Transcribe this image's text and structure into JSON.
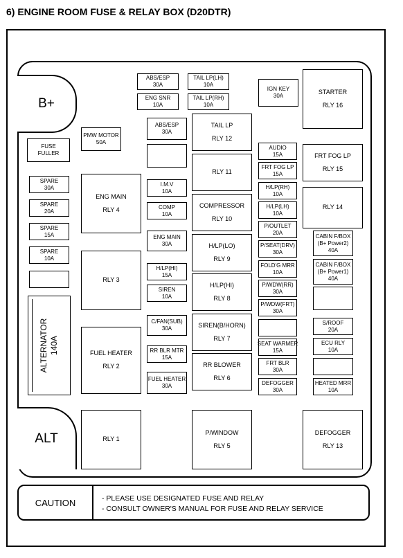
{
  "title": "6) ENGINE ROOM FUSE & RELAY BOX (D20DTR)",
  "terminals": {
    "b_plus": "B+",
    "alt": "ALT"
  },
  "alternator": {
    "name": "ALTERNATOR",
    "rating": "140A"
  },
  "fuses": {
    "fuse_fuller": [
      "FUSE",
      "FULLER"
    ],
    "pmw_motor": [
      "PMW MOTOR",
      "50A"
    ],
    "spare_30a": [
      "SPARE",
      "30A"
    ],
    "spare_20a": [
      "SPARE",
      "20A"
    ],
    "spare_15a": [
      "SPARE",
      "15A"
    ],
    "spare_10a": [
      "SPARE",
      "10A"
    ],
    "abs_esp_30a_top": [
      "ABS/ESP",
      "30A"
    ],
    "eng_snr": [
      "ENG SNR",
      "10A"
    ],
    "tail_lp_lh": [
      "TAIL LP(LH)",
      "10A"
    ],
    "tail_lp_rh": [
      "TAIL LP(RH)",
      "10A"
    ],
    "abs_esp_30a": [
      "ABS/ESP",
      "30A"
    ],
    "imv": [
      "I.M.V",
      "10A"
    ],
    "comp": [
      "COMP",
      "10A"
    ],
    "eng_main_fuse": [
      "ENG MAIN",
      "30A"
    ],
    "hlp_hi_fuse": [
      "H/LP(HI)",
      "15A"
    ],
    "siren": [
      "SIREN",
      "10A"
    ],
    "cfan_sub": [
      "C/FAN(SUB)",
      "30A"
    ],
    "rr_blr_mtr": [
      "RR BLR MTR",
      "15A"
    ],
    "fuel_heater_fuse": [
      "FUEL HEATER",
      "30A"
    ],
    "ign_key": [
      "IGN KEY",
      "30A"
    ],
    "audio": [
      "AUDIO",
      "15A"
    ],
    "frt_fog_lp_fuse": [
      "FRT FOG LP",
      "15A"
    ],
    "hlp_rh": [
      "H/LP(RH)",
      "10A"
    ],
    "hlp_lh": [
      "H/LP(LH)",
      "10A"
    ],
    "p_outlet": [
      "P/OUTLET",
      "20A"
    ],
    "p_seat_drv": [
      "P/SEAT(DRV)",
      "30A"
    ],
    "foldg_mrr": [
      "FOLD'G MRR",
      "10A"
    ],
    "p_wdw_rr": [
      "P/WDW(RR)",
      "30A"
    ],
    "p_wdw_frt": [
      "P/WDW(FRT)",
      "30A"
    ],
    "seat_warmer": [
      "SEAT WARMER",
      "15A"
    ],
    "frt_blr": [
      "FRT BLR",
      "30A"
    ],
    "defogger_fuse": [
      "DEFOGGER",
      "30A"
    ],
    "cabin_fbox_2": [
      "CABIN F/BOX",
      "(B+ Power2)",
      "40A"
    ],
    "cabin_fbox_1": [
      "CABIN F/BOX",
      "(B+ Power1)",
      "40A"
    ],
    "s_roof": [
      "S/ROOF",
      "20A"
    ],
    "ecu_rly": [
      "ECU RLY",
      "10A"
    ],
    "heated_mrr": [
      "HEATED MRR",
      "10A"
    ]
  },
  "relays": {
    "eng_main": [
      "ENG MAIN",
      "RLY 4"
    ],
    "rly3": [
      "RLY 3"
    ],
    "fuel_heater": [
      "FUEL HEATER",
      "RLY 2"
    ],
    "rly1": [
      "RLY 1"
    ],
    "tail_lp": [
      "TAIL LP",
      "RLY 12"
    ],
    "rly11": [
      "RLY 11"
    ],
    "compressor": [
      "COMPRESSOR",
      "RLY 10"
    ],
    "hlp_lo": [
      "H/LP(LO)",
      "RLY 9"
    ],
    "hlp_hi": [
      "H/LP(HI)",
      "RLY 8"
    ],
    "siren_horn": [
      "SIREN(B/HORN)",
      "RLY 7"
    ],
    "rr_blower": [
      "RR BLOWER",
      "RLY 6"
    ],
    "p_window": [
      "P/WINDOW",
      "RLY 5"
    ],
    "starter": [
      "STARTER",
      "RLY 16"
    ],
    "frt_fog_lp": [
      "FRT FOG LP",
      "RLY 15"
    ],
    "rly14": [
      "RLY 14"
    ],
    "defogger": [
      "DEFOGGER",
      "RLY 13"
    ]
  },
  "caution": {
    "label": "CAUTION",
    "lines": [
      "- PLEASE USE DESIGNATED FUSE AND RELAY",
      "- CONSULT OWNER'S MANUAL FOR FUSE AND RELAY SERVICE"
    ]
  }
}
